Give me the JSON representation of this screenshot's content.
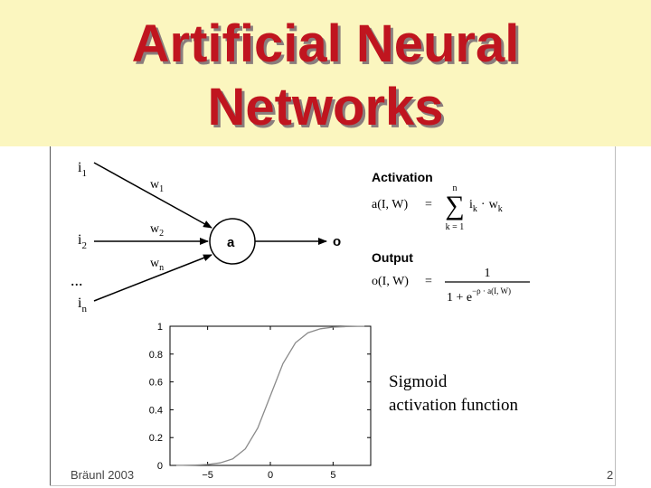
{
  "title": {
    "line1": "Artificial Neural",
    "line2": "Networks"
  },
  "neuron": {
    "inputs": [
      {
        "label": "i",
        "sub": "1"
      },
      {
        "label": "i",
        "sub": "2"
      },
      {
        "label": "i",
        "sub": "n"
      }
    ],
    "ellipsis": "...",
    "weights": [
      {
        "label": "w",
        "sub": "1"
      },
      {
        "label": "w",
        "sub": "2"
      },
      {
        "label": "w",
        "sub": "n"
      }
    ],
    "node_label": "a",
    "output_label": "o"
  },
  "formulas": {
    "activation_heading": "Activation",
    "activation_lhs": "a(I, W)",
    "equals": "=",
    "sum_upper": "n",
    "sum_symbol": "∑",
    "sum_lower": "k = 1",
    "sum_term_i": "i",
    "sum_term_i_sub": "k",
    "dot": "·",
    "sum_term_w": "w",
    "sum_term_w_sub": "k",
    "output_heading": "Output",
    "output_lhs": "o(I, W)",
    "numerator": "1",
    "denominator_base": "1 + e",
    "denominator_exponent": "−ρ · a(I, W)"
  },
  "sigmoid_caption": {
    "line1": "Sigmoid",
    "line2": "activation function"
  },
  "chart_data": {
    "type": "line",
    "function": "sigmoid",
    "x": [
      -7.5,
      -7,
      -6,
      -5,
      -4,
      -3,
      -2,
      -1,
      0,
      1,
      2,
      3,
      4,
      5,
      6,
      7,
      7.5
    ],
    "y": [
      0.0006,
      0.0009,
      0.0025,
      0.0067,
      0.018,
      0.047,
      0.119,
      0.269,
      0.5,
      0.731,
      0.881,
      0.953,
      0.982,
      0.9933,
      0.9975,
      0.9991,
      0.9994
    ],
    "xlim": [
      -8,
      8
    ],
    "ylim": [
      0,
      1
    ],
    "x_tick_values": [
      -5,
      0,
      5
    ],
    "x_tick_labels": [
      "−5",
      "0",
      "5"
    ],
    "y_tick_values": [
      0,
      0.2,
      0.4,
      0.6,
      0.8,
      1
    ],
    "y_tick_labels": [
      "0",
      "0.2",
      "0.4",
      "0.6",
      "0.8",
      "1"
    ],
    "grid": false,
    "line_color": "#8a8a8a"
  },
  "footer": {
    "author": "Bräunl 2003",
    "page": "2"
  },
  "colors": {
    "title": "#c0151f",
    "title_band": "#fbf6bf"
  }
}
